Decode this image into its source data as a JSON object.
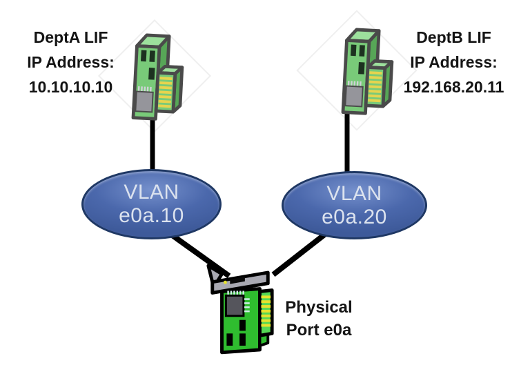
{
  "nodes": {
    "deptA": {
      "line1": "DeptA LIF",
      "line2": "IP Address:",
      "line3": "10.10.10.10"
    },
    "deptB": {
      "line1": "DeptB LIF",
      "line2": "IP Address:",
      "line3": "192.168.20.11"
    },
    "vlanA": {
      "line1": "VLAN",
      "line2": "e0a.10"
    },
    "vlanB": {
      "line1": "VLAN",
      "line2": "e0a.20"
    },
    "physicalPort": {
      "line1": "Physical",
      "line2": "Port e0a"
    }
  },
  "icons": {
    "deptA": "network-card-icon",
    "deptB": "network-card-icon",
    "physicalPort": "nic-card-icon"
  },
  "colors": {
    "background": "#ffffff",
    "label_text": "#141414",
    "connector": "#000000",
    "ellipse_fill": "#4b68ac",
    "ellipse_fill_light": "#7590cc",
    "ellipse_fill_dark": "#3e5a9a",
    "ellipse_border": "#1f3864",
    "ellipse_text": "#dbe2ee",
    "card_face": "#79ca79",
    "card_top": "#9de09d",
    "card_side": "#57a657",
    "card_outline": "#4a4a4a",
    "pin_yellow": "#e6d44e",
    "chip_gray": "#95959b",
    "chip_dark": "#55555c",
    "slot_dark": "#1d3220",
    "bracket_gray": "#a9a9b2",
    "nic_green": "#2fbd2f",
    "nic_green_light": "#55d855",
    "nic_pin_yellow": "#e6e22e",
    "diamond_outline": "#efefef"
  }
}
